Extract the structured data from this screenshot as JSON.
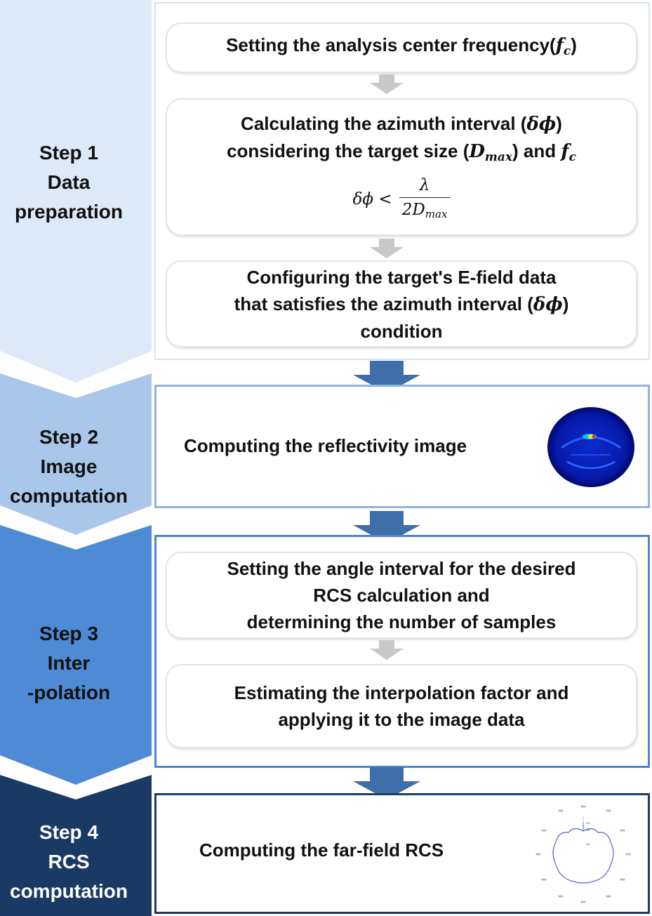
{
  "colors": {
    "step1": "#dde9f6",
    "step2": "#a9c7ea",
    "step3": "#4f8ad4",
    "step4": "#1a3a66",
    "step1_text": "#111111",
    "step4_text": "#ffffff",
    "panel1_border": "#d7e5f4",
    "panel2_border": "#8fb4df",
    "panel3_border": "#4c86cf",
    "panel4_border": "#1c3b66",
    "flow_arrow": "#3f6ea8",
    "inner_arrow": "#c8c8c8"
  },
  "steps": [
    {
      "line1": "Step 1",
      "line2": "Data",
      "line3": "preparation"
    },
    {
      "line1": "Step 2",
      "line2": "Image",
      "line3": "computation"
    },
    {
      "line1": "Step 3",
      "line2": "Inter",
      "line3": "-polation"
    },
    {
      "line1": "Step 4",
      "line2": "RCS",
      "line3": "computation"
    }
  ],
  "step1": {
    "box1": {
      "text": "Setting the analysis center frequency(",
      "f": "f",
      "sub_c": "c",
      "close": ")"
    },
    "box2": {
      "line1_text": "Calculating the azimuth interval (",
      "delta_phi": "δϕ",
      "line1_close": ")",
      "line2_text": "considering the target size (",
      "D": "D",
      "sub_max": "max",
      "line2_mid": ") and ",
      "f": "f",
      "sub_c": "c",
      "formula_lhs": "δϕ <",
      "formula_num": "λ",
      "formula_den": "2D",
      "formula_den_sub": "max"
    },
    "box3": {
      "line1": "Configuring the target's E-field data",
      "line2_text": "that satisfies the azimuth interval (",
      "delta_phi": "δϕ",
      "line2_close": ")",
      "line3": "condition"
    }
  },
  "step2": {
    "text": "Computing the reflectivity image",
    "thumbnail": "reflectivity-image-thumbnail"
  },
  "step3": {
    "box1": {
      "line1": "Setting the angle interval for the desired",
      "line2": "RCS calculation and",
      "line3": "determining the number of samples"
    },
    "box2": {
      "line1": "Estimating the interpolation factor and",
      "line2": "applying it to the image data"
    }
  },
  "step4": {
    "text": "Computing the far-field RCS",
    "thumbnail": "rcs-polar-plot-thumbnail"
  }
}
